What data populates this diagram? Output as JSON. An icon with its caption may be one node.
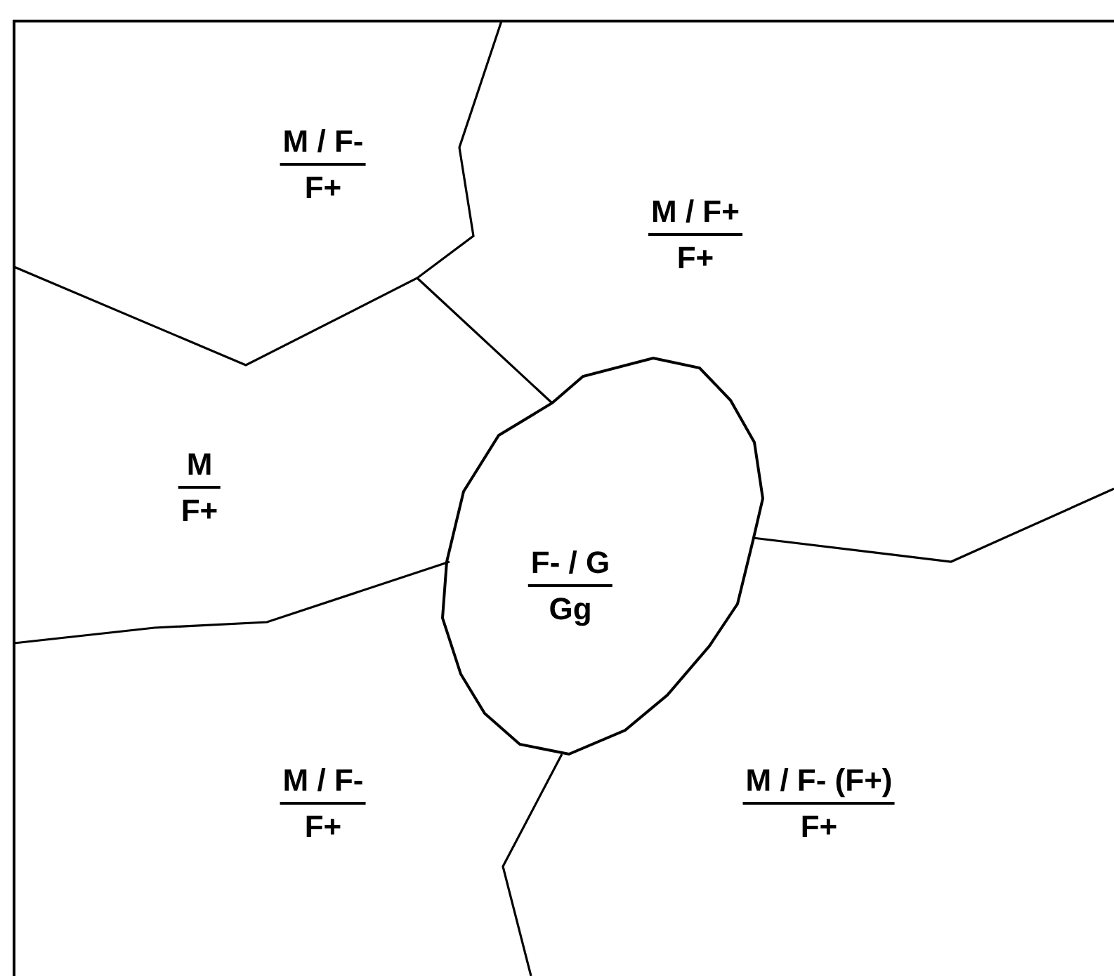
{
  "diagram": {
    "nodes": [
      {
        "text": [
          "M / F-",
          "F+"
        ]
      },
      {
        "text": [
          "M / F+",
          "F+"
        ]
      },
      {
        "text": [
          "M",
          "F+"
        ]
      },
      {
        "text": [
          "F- / G",
          "Gg"
        ]
      },
      {
        "text": [
          "M / F-",
          "F+"
        ]
      },
      {
        "text": [
          "M / F- (F+)",
          "F+"
        ]
      }
    ]
  }
}
